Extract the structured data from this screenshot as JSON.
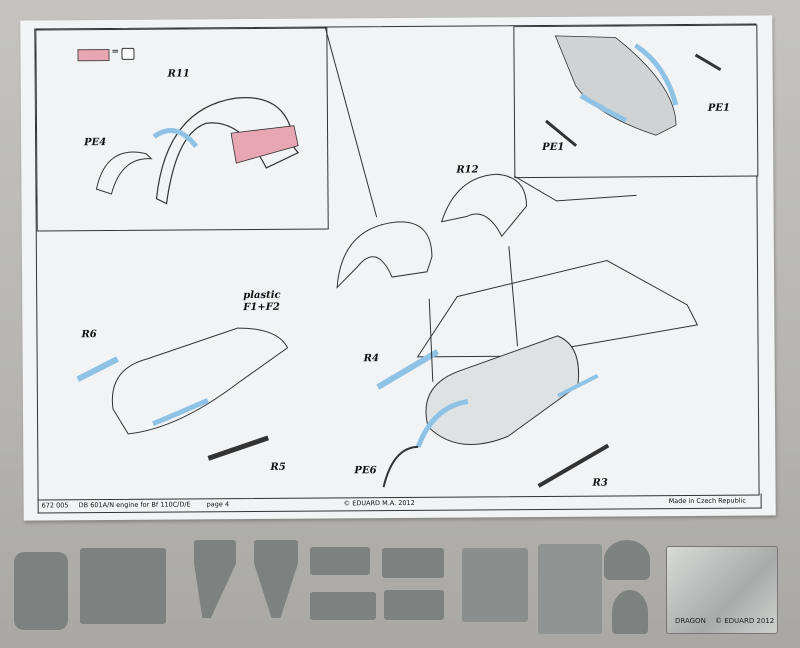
{
  "sheet": {
    "labels": {
      "r11": "R11",
      "pe4": "PE4",
      "pe1_top": "PE1",
      "pe1_left": "PE1",
      "r12": "R12",
      "plastic": "plastic",
      "f1f2": "F1+F2",
      "r6": "R6",
      "r4": "R4",
      "r5": "R5",
      "pe6": "PE6",
      "r3": "R3"
    },
    "legend_equals": "=",
    "footer": {
      "code": "672 005",
      "title": "DB 601A/N engine for Bf 110C/D/E",
      "page": "page 4",
      "copyright": "© EDUARD  M.A. 2012",
      "origin": "Made in Czech Republic"
    }
  },
  "photo_etch": {
    "text_bottom": "© EDUARD 2012",
    "text_side": "DRAGON"
  },
  "colors": {
    "highlight_blue": "#8fc3e6",
    "pink_mask": "#e8a6b2",
    "resin_grey": "#7d817f"
  }
}
